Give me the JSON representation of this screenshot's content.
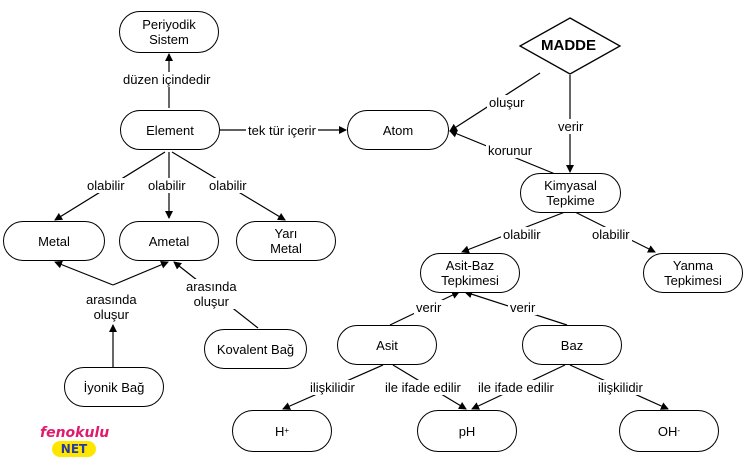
{
  "nodes": {
    "periyodik_sistem": "Periyodik\nSistem",
    "element": "Element",
    "atom": "Atom",
    "madde": "MADDE",
    "metal": "Metal",
    "ametal": "Ametal",
    "yari_metal": "Yarı\nMetal",
    "kimyasal_tepkime": "Kimyasal\nTepkime",
    "asit_baz": "Asit-Baz\nTepkimesi",
    "yanma": "Yanma\nTepkimesi",
    "asit": "Asit",
    "baz": "Baz",
    "kovalent_bag": "Kovalent Bağ",
    "iyonik_bag": "İyonik Bağ",
    "h": "H",
    "h_sup": "+",
    "ph": "pH",
    "oh": "OH",
    "oh_sup": "-"
  },
  "labels": {
    "duzen_icindedir": "düzen içindedir",
    "tek_tur_icerir": "tek tür içerir",
    "olusur_madde": "oluşur",
    "verir_madde": "verir",
    "korunur": "korunur",
    "olabilir_metal": "olabilir",
    "olabilir_ametal": "olabilir",
    "olabilir_yari": "olabilir",
    "olabilir_asitbaz": "olabilir",
    "olabilir_yanma": "olabilir",
    "arasinda_olusur_1": "arasında\noluşur",
    "arasinda_olusur_2": "arasında\noluşur",
    "verir_asit": "verir",
    "verir_baz": "verir",
    "iliskilidir_h": "ilişkilidir",
    "ile_ifade_1": "ile ifade edilir",
    "ile_ifade_2": "ile ifade edilir",
    "iliskilidir_oh": "ilişkilidir"
  },
  "logo": {
    "top": "fenokulu",
    "bottom": "NET"
  }
}
